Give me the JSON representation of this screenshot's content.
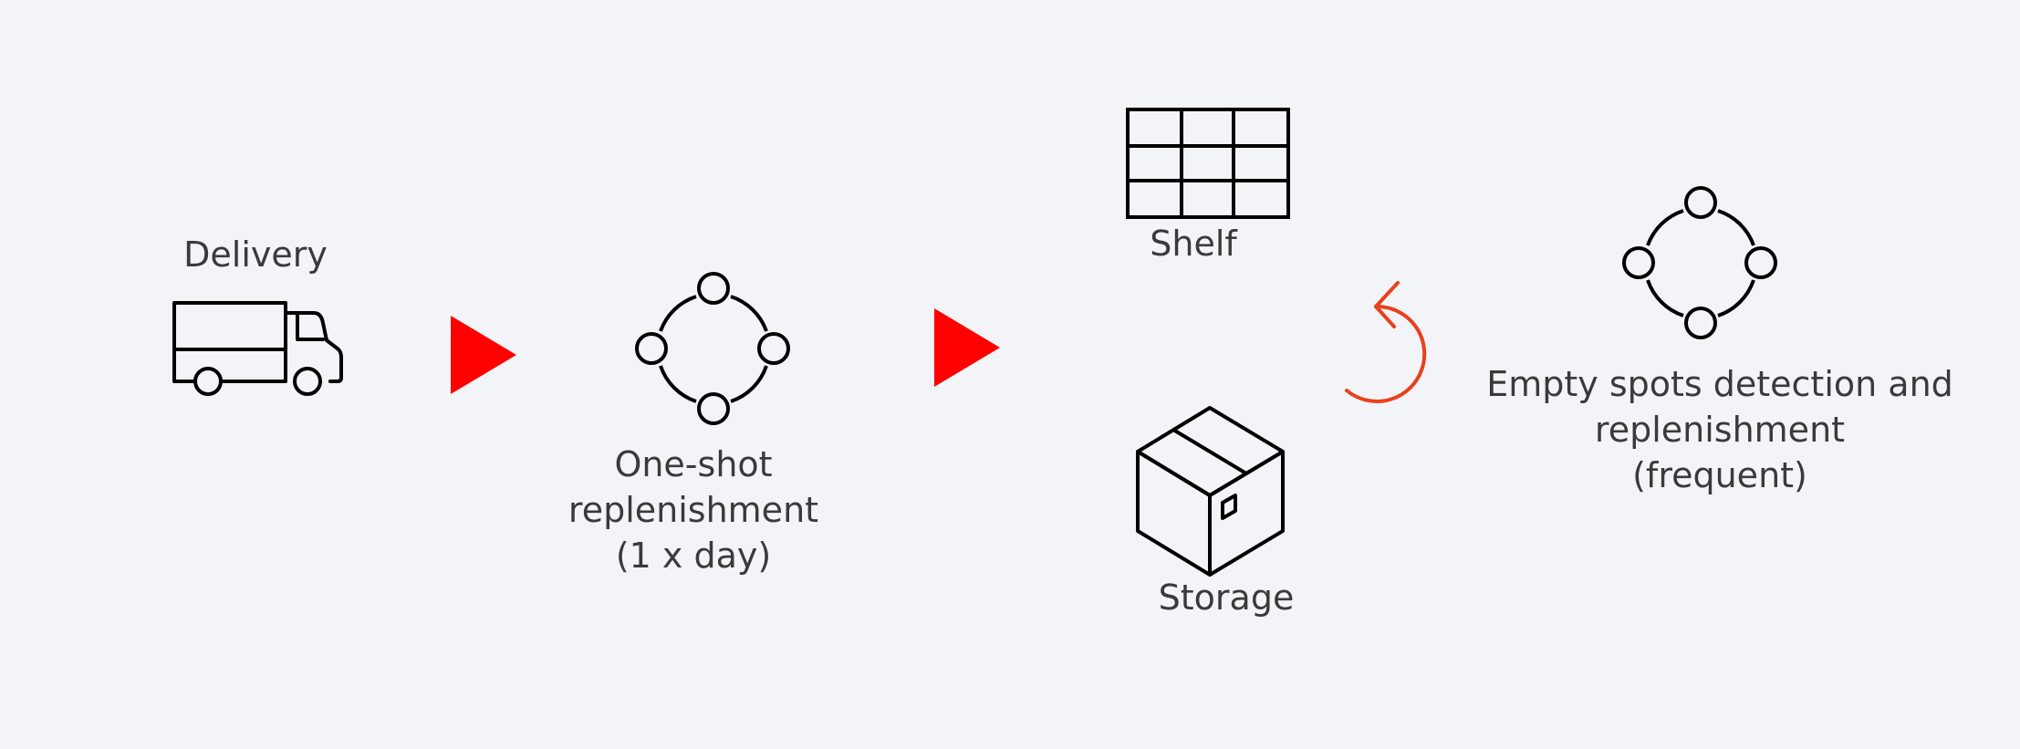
{
  "delivery": {
    "label": "Delivery",
    "icon": "truck-icon"
  },
  "one_shot": {
    "lines": [
      "One-shot",
      "replenishment",
      "(1 x day)"
    ],
    "icon": "cycle-nodes-icon"
  },
  "shelf": {
    "label": "Shelf",
    "icon": "shelf-grid-icon"
  },
  "storage": {
    "label": "Storage",
    "icon": "box-icon"
  },
  "empty_spots": {
    "lines": [
      "Empty spots detection and",
      "replenishment",
      "(frequent)"
    ],
    "icon": "cycle-nodes-icon"
  },
  "colors": {
    "arrow": "#ff0000",
    "loop_arrow": "#e8401c",
    "icon_stroke": "#000000",
    "background": "#f3f4f8"
  }
}
